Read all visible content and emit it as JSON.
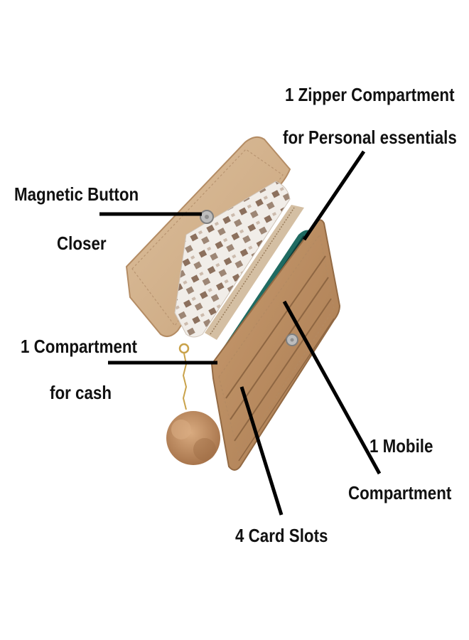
{
  "callouts": {
    "zipper_compartment": {
      "line1": "1 Zipper Compartment",
      "line2": "for Personal essentials"
    },
    "magnetic_button": {
      "line1": "Magnetic Button",
      "line2": "Closer"
    },
    "cash_compartment": {
      "line1": "1 Compartment",
      "line2": "for cash"
    },
    "mobile_compartment": {
      "line1": "1 Mobile",
      "line2": "Compartment"
    },
    "card_slots": {
      "line1": "4 Card Slots"
    }
  },
  "colors": {
    "background": "#ffffff",
    "text": "#111111",
    "leader_line": "#000000",
    "leather": "#c49a72",
    "leather_light": "#d9b993",
    "leather_dark": "#a97c54",
    "lining_teal": "#1f6b62",
    "pompom": "#c8956a"
  },
  "icons": [
    "magnetic-button-icon",
    "keyring-icon",
    "pompom-icon"
  ]
}
